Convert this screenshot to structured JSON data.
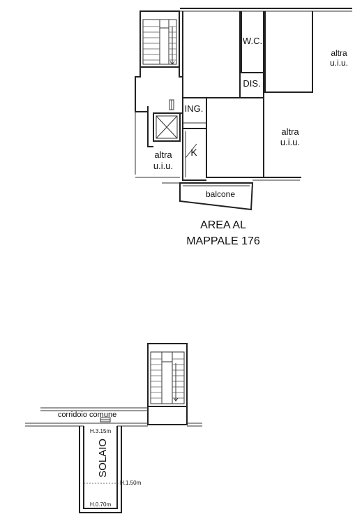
{
  "floor_plan": {
    "rooms": {
      "wc": "W.C.",
      "dis": "DIS.",
      "ing": "ING.",
      "k": "K",
      "balcone": "balcone"
    },
    "neighbors": {
      "top_right": [
        "altra",
        "u.i.u."
      ],
      "mid_right": [
        "altra",
        "u.i.u."
      ],
      "left": [
        "altra",
        "u.i.u."
      ]
    },
    "area_caption": [
      "AREA AL",
      "MAPPALE 176"
    ]
  },
  "attic_plan": {
    "corridor_label": "corridoio comune",
    "room_label": "SOLAIO",
    "heights": [
      "H.3.15m",
      "H.1.50m",
      "H.0.70m"
    ]
  }
}
